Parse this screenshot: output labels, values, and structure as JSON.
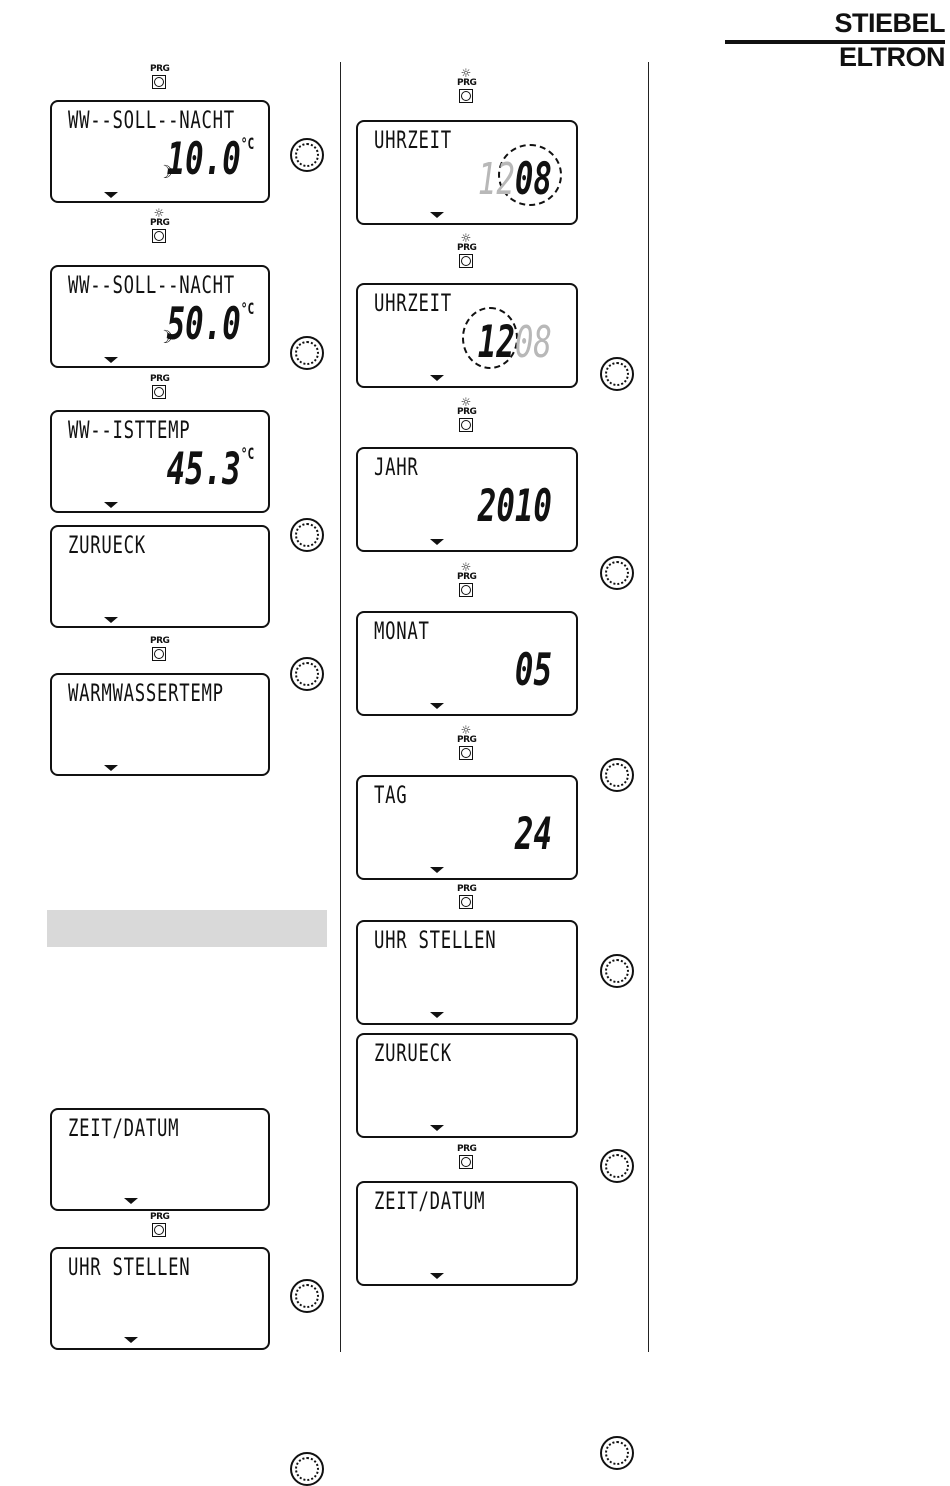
{
  "header": {
    "brand": "STIEBEL ELTRON"
  },
  "controls": {
    "prg_label": "PRG",
    "blink_icon": "☼"
  },
  "left_column": {
    "screens": [
      {
        "title": "WW--SOLL--NACHT",
        "value": "10.0",
        "unit": "°C",
        "moon": true
      },
      {
        "title": "WW--SOLL--NACHT",
        "value": "50.0",
        "unit": "°C",
        "moon": true
      },
      {
        "title": "WW--ISTTEMP",
        "value": "45.3",
        "unit": "°C"
      },
      {
        "title": "ZURUECK"
      },
      {
        "title": "WARMWASSERTEMP"
      },
      {
        "title": "ZEIT/DATUM"
      },
      {
        "title": "UHR STELLEN"
      }
    ]
  },
  "right_column": {
    "screens": [
      {
        "title": "UHRZEIT",
        "hours": "12",
        "minutes": "08",
        "active": "minutes"
      },
      {
        "title": "UHRZEIT",
        "hours": "12",
        "minutes": "08",
        "active": "hours"
      },
      {
        "title": "JAHR",
        "value": "2010"
      },
      {
        "title": "MONAT",
        "value": "05"
      },
      {
        "title": "TAG",
        "value": "24"
      },
      {
        "title": "UHR STELLEN"
      },
      {
        "title": "ZURUECK"
      },
      {
        "title": "ZEIT/DATUM"
      }
    ]
  },
  "icons": {
    "knob": "rotary-knob-icon",
    "moon": "moon-icon",
    "blink": "blink-icon",
    "prg": "prg-button-icon"
  },
  "colors": {
    "lcd_border": "#111111",
    "inactive_digits": "#b8b8b8",
    "section_bar": "#d9d9d9"
  }
}
